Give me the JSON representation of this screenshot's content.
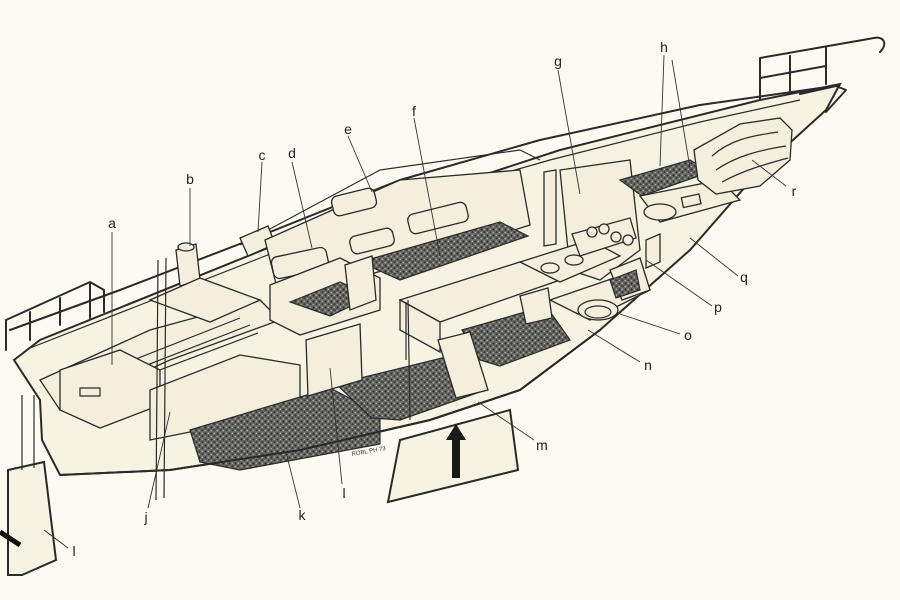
{
  "diagram": {
    "labels": [
      {
        "id": "a",
        "text": "a"
      },
      {
        "id": "b",
        "text": "b"
      },
      {
        "id": "c",
        "text": "c"
      },
      {
        "id": "d",
        "text": "d"
      },
      {
        "id": "e",
        "text": "e"
      },
      {
        "id": "f",
        "text": "f"
      },
      {
        "id": "g",
        "text": "g"
      },
      {
        "id": "h",
        "text": "h"
      },
      {
        "id": "r",
        "text": "r"
      },
      {
        "id": "q",
        "text": "q"
      },
      {
        "id": "p",
        "text": "p"
      },
      {
        "id": "o",
        "text": "o"
      },
      {
        "id": "n",
        "text": "n"
      },
      {
        "id": "m",
        "text": "m"
      },
      {
        "id": "l_floor",
        "text": "l"
      },
      {
        "id": "k",
        "text": "k"
      },
      {
        "id": "j",
        "text": "j"
      },
      {
        "id": "l_rudder",
        "text": "l"
      }
    ],
    "artist_signature": "ROBL PH 73"
  }
}
